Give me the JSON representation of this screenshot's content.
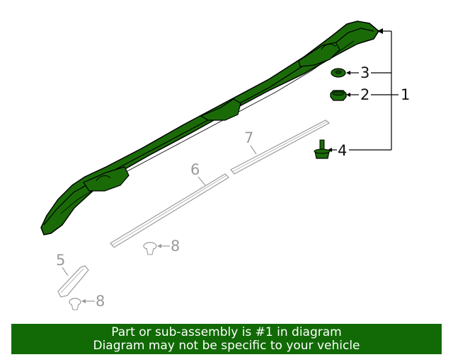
{
  "diagram": {
    "callouts": {
      "c1": "1",
      "c2": "2",
      "c3": "3",
      "c4": "4",
      "c5": "5",
      "c6": "6",
      "c7": "7",
      "c8a": "8",
      "c8b": "8"
    },
    "colors": {
      "highlight": "#1a6b08",
      "outline": "#000000",
      "dim": "#9a9a9a"
    }
  },
  "banner": {
    "line1": "Part or sub-assembly is #1 in diagram",
    "line2": "Diagram may not be specific to your vehicle",
    "color": "#116a05"
  }
}
